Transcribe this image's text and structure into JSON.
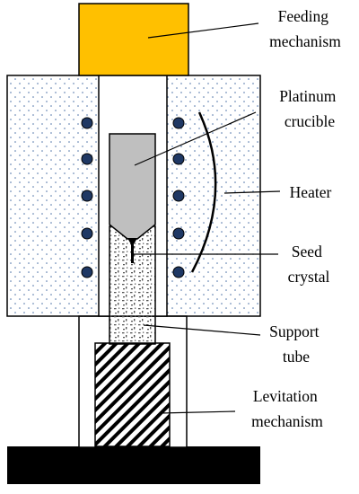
{
  "labels": {
    "feeding": [
      "Feeding",
      "mechanism"
    ],
    "crucible": [
      "Platinum",
      "crucible"
    ],
    "heater": [
      "Heater"
    ],
    "seed": [
      "Seed",
      "crystal"
    ],
    "support": [
      "Support",
      "tube"
    ],
    "levitation": [
      "Levitation",
      "mechanism"
    ]
  },
  "colors": {
    "feeding_block": "#FFC000",
    "crucible": "#BFBFBF",
    "furnace_dots": "#4A6FA5",
    "heater_coil": "#1F3864",
    "base": "#000000",
    "outline": "#000000"
  }
}
